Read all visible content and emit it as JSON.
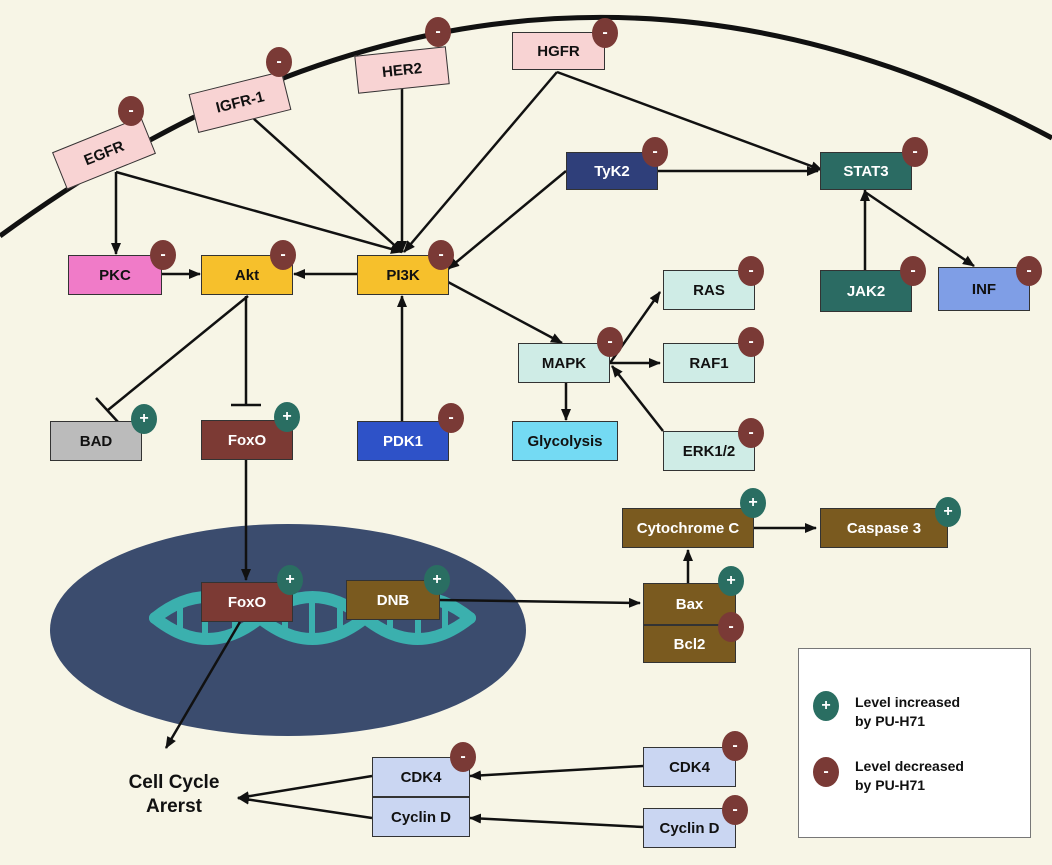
{
  "colors": {
    "background": "#f7f5e6",
    "receptor": "#f8d3d3",
    "pkc": "#f07bc8",
    "akt_pi3k": "#f6c02c",
    "mapk_family": "#cfece6",
    "navy": "#2f3f7a",
    "teal": "#2b6b63",
    "inf": "#7f9ee6",
    "bad": "#bbbbbb",
    "foxo": "#7c3a34",
    "pdk1": "#2e52c8",
    "glycolysis": "#74daf3",
    "olive": "#7a5a1f",
    "cdk": "#cad6f2",
    "nucleus": "#3b4c6e",
    "dna": "#3bb0ae",
    "badge_down": "#7a3a36",
    "badge_up": "#2a6e62"
  },
  "nodes": {
    "egfr": {
      "label": "EGFR",
      "badge": "-"
    },
    "igfr1": {
      "label": "IGFR-1",
      "badge": "-"
    },
    "her2": {
      "label": "HER2",
      "badge": "-"
    },
    "hgfr": {
      "label": "HGFR",
      "badge": "-"
    },
    "tyk2": {
      "label": "TyK2",
      "badge": "-"
    },
    "stat3": {
      "label": "STAT3",
      "badge": "-"
    },
    "pkc": {
      "label": "PKC",
      "badge": "-"
    },
    "akt": {
      "label": "Akt",
      "badge": "-"
    },
    "pi3k": {
      "label": "PI3K",
      "badge": "-"
    },
    "ras": {
      "label": "RAS",
      "badge": "-"
    },
    "jak2": {
      "label": "JAK2",
      "badge": "-"
    },
    "inf": {
      "label": "INF",
      "badge": "-"
    },
    "mapk": {
      "label": "MAPK",
      "badge": "-"
    },
    "raf1": {
      "label": "RAF1",
      "badge": "-"
    },
    "bad": {
      "label": "BAD",
      "badge": "+"
    },
    "foxo": {
      "label": "FoxO",
      "badge": "+"
    },
    "pdk1": {
      "label": "PDK1",
      "badge": "-"
    },
    "glycolysis": {
      "label": "Glycolysis"
    },
    "erk12": {
      "label": "ERK1/2",
      "badge": "-"
    },
    "cytochrome_c": {
      "label": "Cytochrome C",
      "badge": "+"
    },
    "caspase3": {
      "label": "Caspase 3",
      "badge": "+"
    },
    "foxo_nuc": {
      "label": "FoxO",
      "badge": "+"
    },
    "dnb": {
      "label": "DNB",
      "badge": "+"
    },
    "bax": {
      "label": "Bax",
      "badge": "+"
    },
    "bcl2": {
      "label": "Bcl2",
      "badge": "-"
    },
    "cdk4_left": {
      "label": "CDK4",
      "badge": "-"
    },
    "cyclind_left": {
      "label": "Cyclin D"
    },
    "cdk4_right": {
      "label": "CDK4",
      "badge": "-"
    },
    "cyclind_right": {
      "label": "Cyclin D",
      "badge": "-"
    }
  },
  "cell_cycle": {
    "line1": "Cell Cycle",
    "line2": "Arerst"
  },
  "legend": {
    "increased_symbol": "+",
    "increased_line1": "Level increased",
    "increased_line2": "by PU-H71",
    "decreased_symbol": "-",
    "decreased_line1": "Level decreased",
    "decreased_line2": "by PU-H71"
  }
}
